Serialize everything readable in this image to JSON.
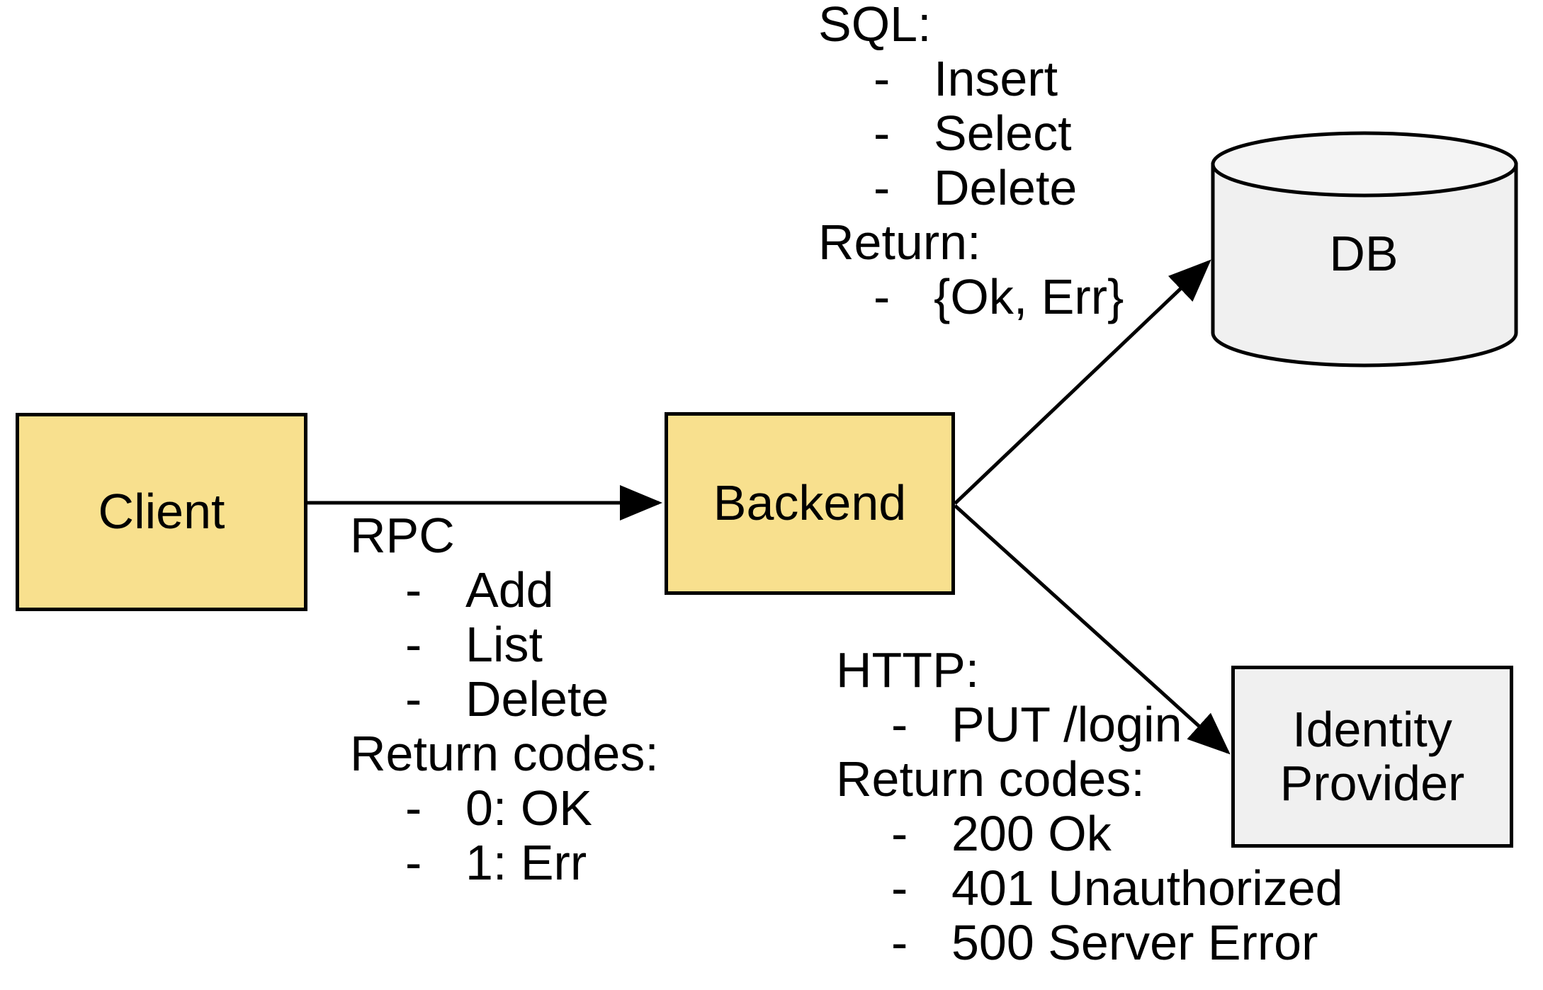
{
  "diagram": {
    "title": "Client / Backend / DB / Identity Provider architecture",
    "colors": {
      "node_fill_primary": "#f8e08e",
      "node_fill_secondary": "#f0f0f0",
      "stroke": "#000000",
      "background": "#ffffff"
    },
    "nodes": [
      {
        "id": "client",
        "label": "Client",
        "shape": "rectangle",
        "fill": "#f8e08e"
      },
      {
        "id": "backend",
        "label": "Backend",
        "shape": "rectangle",
        "fill": "#f8e08e"
      },
      {
        "id": "db",
        "label": "DB",
        "shape": "cylinder",
        "fill": "#f0f0f0"
      },
      {
        "id": "idp",
        "label": "Identity\nProvider",
        "shape": "rectangle",
        "fill": "#f0f0f0"
      }
    ],
    "edges": [
      {
        "id": "client-to-backend",
        "from": "Client",
        "to": "Backend",
        "protocol": "RPC"
      },
      {
        "id": "backend-to-db",
        "from": "Backend",
        "to": "DB",
        "protocol": "SQL"
      },
      {
        "id": "backend-to-idp",
        "from": "Backend",
        "to": "Identity Provider",
        "protocol": "HTTP"
      }
    ]
  },
  "annotations": {
    "sql": {
      "heading": "SQL:",
      "dash": "-",
      "items": [
        "Insert",
        "Select",
        "Delete"
      ],
      "return_heading": "Return:",
      "return_items": [
        "{Ok, Err}"
      ]
    },
    "rpc": {
      "heading": "RPC",
      "dash": "-",
      "items": [
        "Add",
        "List",
        "Delete"
      ],
      "return_heading": "Return codes:",
      "return_items": [
        "0: OK",
        "1: Err"
      ]
    },
    "http": {
      "heading": "HTTP:",
      "dash": "-",
      "items": [
        "PUT /login"
      ],
      "return_heading": "Return codes:",
      "return_items": [
        "200 Ok",
        "401 Unauthorized",
        "500 Server Error"
      ]
    }
  }
}
